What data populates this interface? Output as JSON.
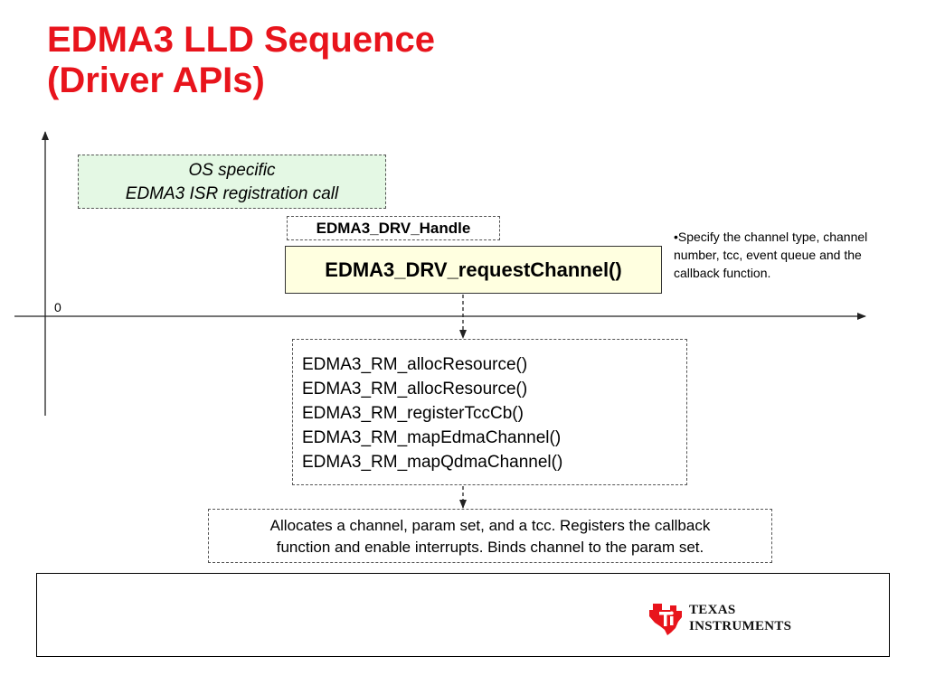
{
  "slide": {
    "title_lines": [
      "EDMA3 LLD Sequence",
      "(Driver APIs)"
    ]
  },
  "diagram": {
    "os_box": {
      "lines": [
        "OS specific",
        "EDMA3 ISR registration call"
      ]
    },
    "handle_box": {
      "label": "EDMA3_DRV_Handle"
    },
    "request_box": {
      "label": "EDMA3_DRV_requestChannel()"
    },
    "note": "•Specify the channel type, channel number, tcc, event queue and the callback function.",
    "axis_origin_label": "0",
    "rm_box": {
      "lines": [
        "EDMA3_RM_allocResource()",
        "EDMA3_RM_allocResource()",
        "EDMA3_RM_registerTccCb()",
        "EDMA3_RM_mapEdmaChannel()",
        "EDMA3_RM_mapQdmaChannel()"
      ]
    },
    "alloc_box": {
      "lines": [
        "Allocates a channel, param set, and a tcc. Registers the callback",
        "function and enable interrupts. Binds channel to the param set."
      ]
    }
  },
  "footer": {
    "logo": {
      "icon": "texas-instruments-logo-icon",
      "lines": [
        "TEXAS",
        "INSTRUMENTS"
      ]
    }
  },
  "colors": {
    "title": "#e8141c",
    "os_box_fill": "#e4f8e4",
    "request_box_fill": "#ffffe0",
    "logo_red": "#e8141c"
  }
}
